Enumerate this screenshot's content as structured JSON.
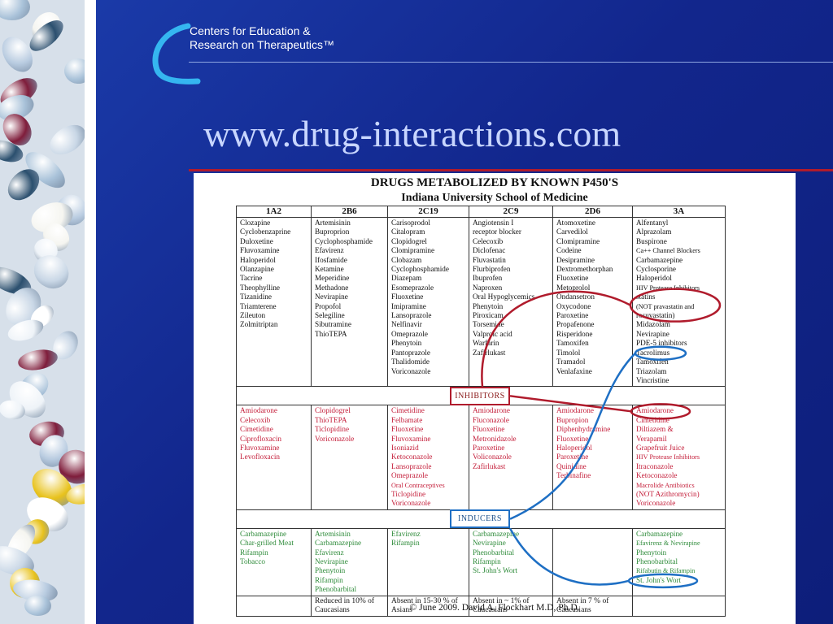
{
  "header": {
    "org_line1": "Centers for Education &",
    "org_line2": "Research on Therapeutics™",
    "title": "www.drug-interactions.com"
  },
  "document": {
    "title": "DRUGS METABOLIZED BY KNOWN P450'S",
    "subtitle": "Indiana University School of Medicine",
    "columns": [
      "1A2",
      "2B6",
      "2C19",
      "2C9",
      "2D6",
      "3A"
    ],
    "substrates": [
      [
        "Clozapine",
        "Cyclobenzaprine",
        "Duloxetine",
        "Fluvoxamine",
        "Haloperidol",
        "Olanzapine",
        "Tacrine",
        "Theophylline",
        "Tizanidine",
        "Triamterene",
        "Zileuton",
        "Zolmitriptan"
      ],
      [
        "Artemisinin",
        "Buproprion",
        "Cyclophosphamide",
        "Efavirenz",
        "Ifosfamide",
        "Ketamine",
        "Meperidine",
        "Methadone",
        "Nevirapine",
        "Propofol",
        "Selegiline",
        "Sibutramine",
        "ThioTEPA"
      ],
      [
        "Carisoprodol",
        "Citalopram",
        "Clopidogrel",
        "Clomipramine",
        "Clobazam",
        "Cyclophosphamide",
        "Diazepam",
        "Esomeprazole",
        "Fluoxetine",
        "Imipramine",
        "Lansoprazole",
        "Nelfinavir",
        "Omeprazole",
        "Phenytoin",
        "Pantoprazole",
        "Thalidomide",
        "Voriconazole"
      ],
      [
        "Angiotensin I",
        "receptor blocker",
        "Celecoxib",
        "Diclofenac",
        "Fluvastatin",
        "Flurbiprofen",
        "Ibuprofen",
        "Naproxen",
        "Oral Hypoglycemics",
        "Phenytoin",
        "Piroxicam",
        "Torsemide",
        "Valproic acid",
        "Warfarin",
        "Zafirlukast"
      ],
      [
        "Atomoxetine",
        "Carvedilol",
        "Clomipramine",
        "Codeine",
        "Desipramine",
        "Dextromethorphan",
        "Fluoxetine",
        "Metoprolol",
        "Ondansetron",
        "Oxycodone",
        "Paroxetine",
        "Propafenone",
        "Risperidone",
        "Tamoxifen",
        "Timolol",
        "Tramadol",
        "Venlafaxine"
      ],
      [
        "Alfentanyl",
        "Alprazolam",
        "Buspirone",
        "Ca++ Channel Blockers",
        "Carbamazepine",
        "Cyclosporine",
        "Haloperidol",
        "HIV Protease Inhibitors",
        "statins",
        "(NOT pravastatin and",
        "rosuvastatin)",
        "Midazolam",
        "Nevirapine",
        "PDE-5 inhibitors",
        "Tacrolimus",
        "Tamoxifen",
        "Triazolam",
        "Vincristine"
      ]
    ],
    "inhibitors_label": "INHIBITORS",
    "inhibitors": [
      [
        "Amiodarone",
        "Celecoxib",
        "Cimetidine",
        "Ciprofloxacin",
        "Fluvoxamine",
        "Levofloxacin"
      ],
      [
        "Clopidogrel",
        "ThioTEPA",
        "Ticlopidine",
        "Voriconazole"
      ],
      [
        "Cimetidine",
        "Felbamate",
        "Fluoxetine",
        "Fluvoxamine",
        "Isoniazid",
        "Ketoconazole",
        "Lansoprazole",
        "Omeprazole",
        "Oral Contraceptives",
        "Ticlopidine",
        "Voriconazole"
      ],
      [
        "Amiodarone",
        "Fluconazole",
        "Fluoxetine",
        "Metronidazole",
        "Paroxetine",
        "Voliconazole",
        "Zafirlukast"
      ],
      [
        "Amiodarone",
        "Bupropion",
        "Diphenhydramine",
        "Fluoxetine",
        "Haloperidol",
        "Paroxetine",
        "Quinidine",
        "Terbinafine"
      ],
      [
        "Amiodarone",
        "Cimetidine",
        "Diltiazem  &",
        "Verapamil",
        "Grapefruit Juice",
        "HIV Protease Inhibitors",
        "Itraconazole",
        "Ketoconazole",
        "Macrolide Antibiotics",
        "(NOT Azithromycin)",
        "Voriconazole"
      ]
    ],
    "inducers_label": "INDUCERS",
    "inducers": [
      [
        "Carbamazepine",
        "Char-grilled Meat",
        "Rifampin",
        "Tobacco"
      ],
      [
        "Artemisinin",
        "Carbamazepine",
        "Efavirenz",
        "Nevirapine",
        "Phenytoin",
        "Rifampin",
        "Phenobarbital"
      ],
      [
        "Efavirenz",
        "Rifampin"
      ],
      [
        "Carbamazepine",
        "Nevirapine",
        "Phenobarbital",
        "Rifampin",
        "St. John's Wort"
      ],
      [],
      [
        "Carbamazepine",
        "Efavirenz & Nevirapine",
        "Phenytoin",
        "Phenobarbital",
        "Rifabutin & Rifampin",
        "St. John's Wort"
      ]
    ],
    "footnotes": [
      "",
      "Reduced in 10% of Caucasians",
      "Absent in 15-30 % of Asians",
      "Absent in ~ 1% of Caucasians",
      "Absent in 7 % of Caucasians",
      ""
    ],
    "copyright": "© June 2009.  David A. Flockhart M.D, Ph.D."
  },
  "colors": {
    "slide_blue": "#1b2f9c",
    "title_text": "#c8d6ff",
    "red_rule": "#b01b2c",
    "inhibitor_red": "#c41e3a",
    "inducer_green": "#2e8b3a",
    "annotation_red": "#b01b2c",
    "annotation_blue": "#1e6fc4"
  }
}
